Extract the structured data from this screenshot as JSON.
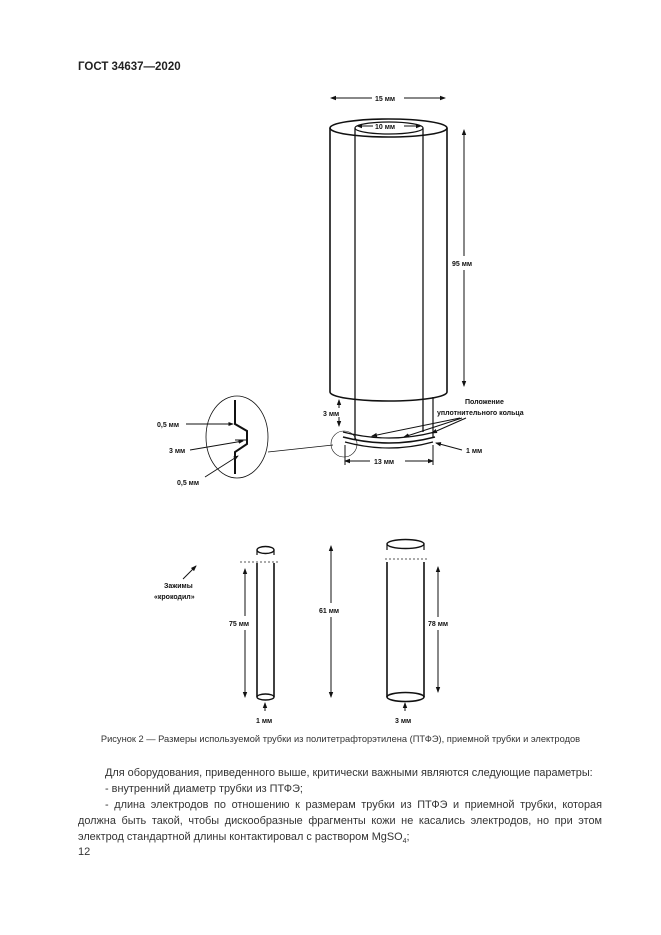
{
  "header": {
    "doc_id": "ГОСТ 34637—2020"
  },
  "figure": {
    "tube": {
      "outer_diameter": "15 мм",
      "inner_diameter": "10 мм",
      "height": "95 мм",
      "lower_gap": "3 мм",
      "ring_label_line1": "Положение",
      "ring_label_line2": "уплотнительного кольца",
      "ring_width": "1 мм",
      "lower_diameter": "13 мм"
    },
    "detail": {
      "top": "0,5 мм",
      "middle": "3 мм",
      "bottom": "0,5 мм"
    },
    "electrodes": {
      "clip_label_line1": "Зажимы",
      "clip_label_line2": "«крокодил»",
      "left_length": "75 мм",
      "left_diameter": "1 мм",
      "overall": "61 мм",
      "right_length": "78 мм",
      "right_diameter": "3 мм"
    },
    "caption": "Рисунок 2 — Размеры используемой трубки из политетрафторэтилена (ПТФЭ), приемной трубки и электродов"
  },
  "body": {
    "intro": "Для оборудования, приведенного выше, критически важными являются следующие параметры:",
    "item1": "- внутренний диаметр трубки из ПТФЭ;",
    "item2": "- длина электродов по отношению к размерам трубки из ПТФЭ и приемной трубки, которая должна быть такой, чтобы дискообразные фрагменты кожи не касались электродов, но при этом электрод стандартной длины контактировал с раствором MgSO",
    "item2_sub": "4",
    "item2_end": ";"
  },
  "page_number": "12"
}
